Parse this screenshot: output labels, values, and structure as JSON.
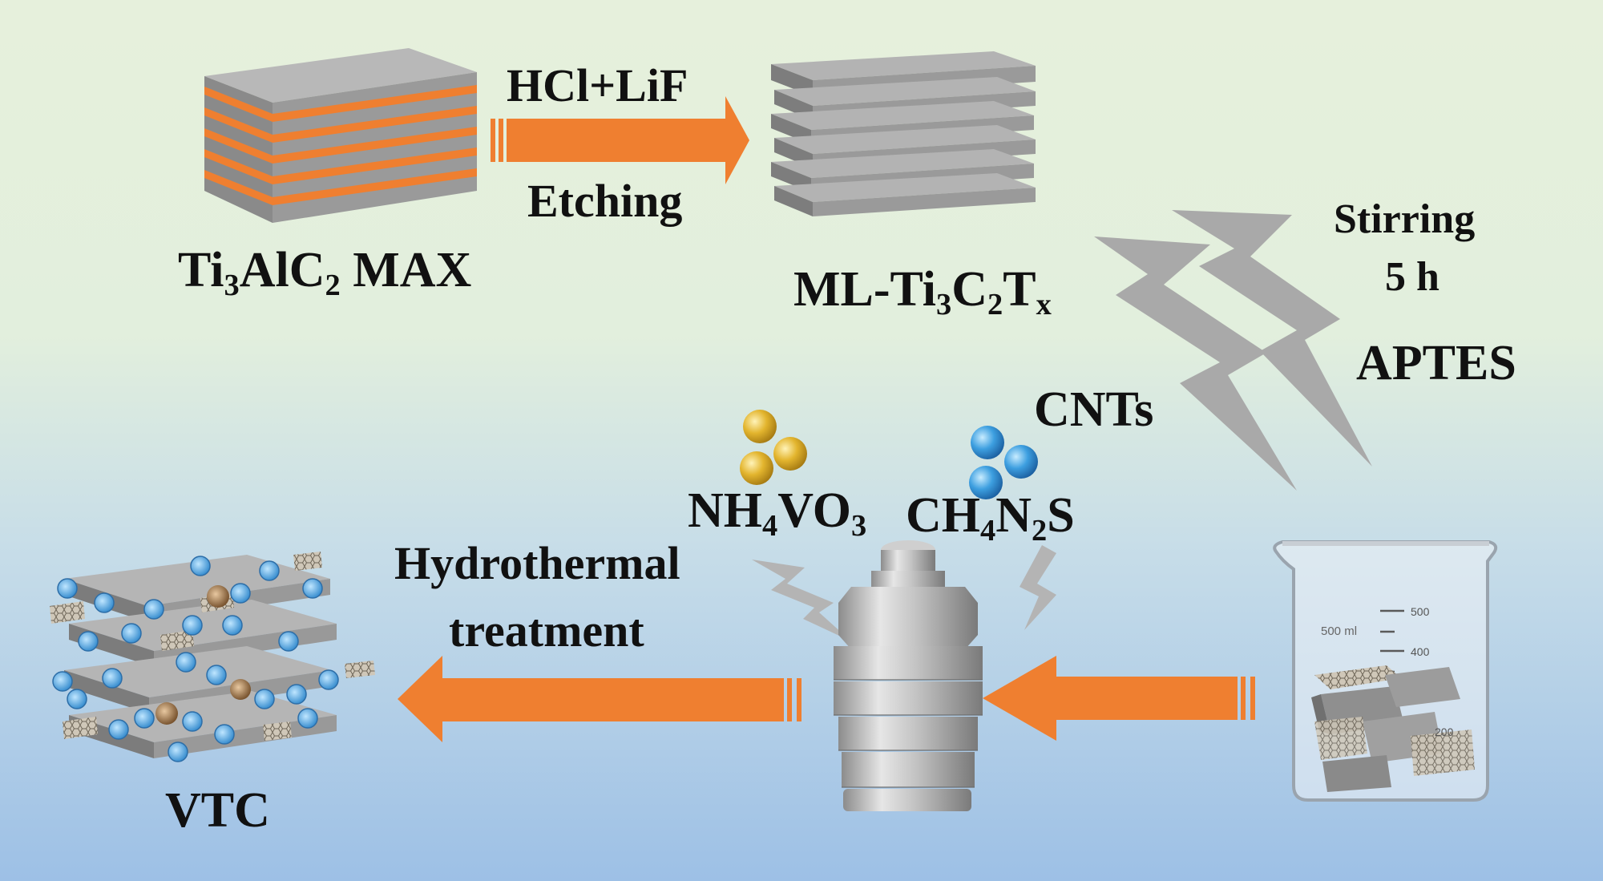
{
  "labels": {
    "max": {
      "pre": "Ti",
      "s1": "3",
      "mid": "AlC",
      "s2": "2",
      "post": " MAX"
    },
    "ml": {
      "pre": "ML-Ti",
      "s1": "3",
      "mid1": "C",
      "s2": "2",
      "mid2": "T",
      "s3": "x"
    },
    "reagent": "HCl+LiF",
    "etching": "Etching",
    "stirring": "Stirring",
    "time": "5 h",
    "aptes": "APTES",
    "cnts": "CNTs",
    "nh4vo3": {
      "pre": "NH",
      "s1": "4",
      "mid": "VO",
      "s2": "3"
    },
    "ch4n2s": {
      "pre": "CH",
      "s1": "4",
      "mid": "N",
      "s2": "2",
      "post": "S"
    },
    "hydro1": "Hydrothermal",
    "hydro2": "treatment",
    "vtc": "VTC",
    "beaker_volume": "500 ml",
    "beaker_ticks": [
      "500",
      "400",
      "200"
    ]
  },
  "colors": {
    "arrow": "#ef7f30",
    "block_gray": "#9a9a9a",
    "lightning": "#a9a9a9",
    "vanadium_sphere": "#e3b52e",
    "thiourea_sphere": "#3d9fe0",
    "background_top": "#e6f0dc",
    "background_bottom": "#9dc0e6"
  }
}
